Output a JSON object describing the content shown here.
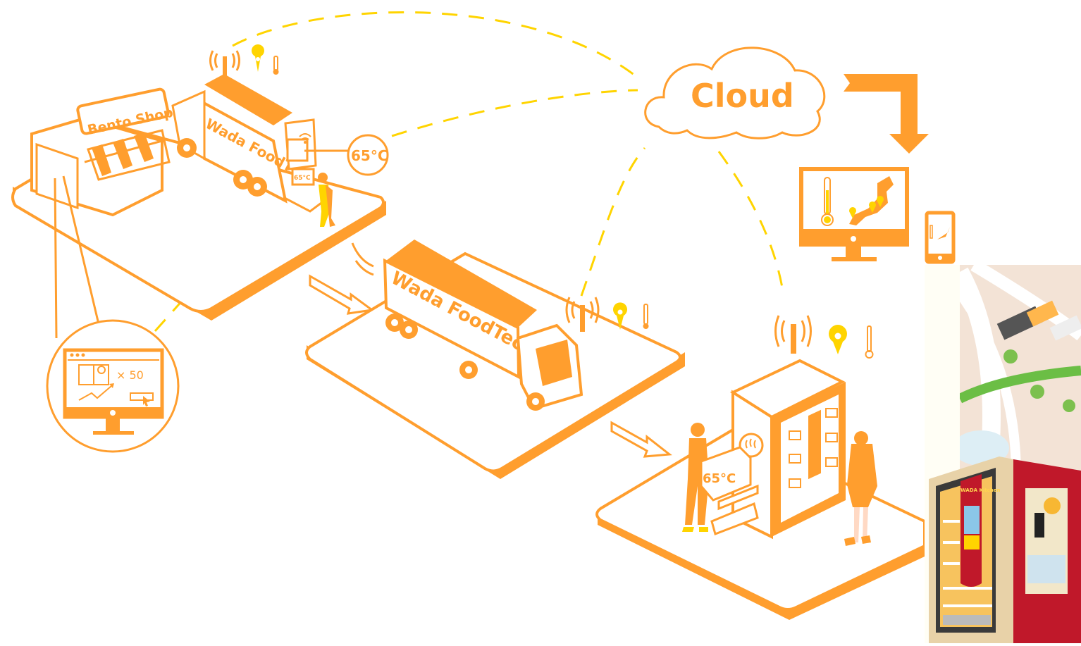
{
  "diagram": {
    "title": "Bento delivery IoT cold-chain flow",
    "colors": {
      "accent": "#FF9E2E",
      "signal": "#FFD400",
      "background": "#FFFFFF",
      "vending_red": "#C0182A"
    },
    "stage1": {
      "shop_sign": "Bento Shop",
      "truck_label": "Wada FoodT",
      "temperature_callout": "65°C",
      "box_label": "65°C",
      "icons": [
        "antenna-icon",
        "location-pin-icon",
        "thermometer-icon"
      ]
    },
    "order_screen": {
      "quantity_label": "× 50",
      "icons": [
        "bento-box-icon",
        "trend-arrow-icon",
        "cursor-icon"
      ]
    },
    "stage2": {
      "truck_label": "Wada FoodTech",
      "icons": [
        "antenna-icon",
        "location-pin-icon",
        "thermometer-icon"
      ]
    },
    "stage3": {
      "box_label": "65°C",
      "heat_symbol": "hot-steam-icon",
      "icons": [
        "antenna-icon",
        "location-pin-icon",
        "thermometer-icon"
      ]
    },
    "cloud": {
      "label": "Cloud"
    },
    "monitoring": {
      "devices": [
        "monitor",
        "smartphone"
      ],
      "screen_content": [
        "thermometer-icon",
        "japan-map-icon",
        "location-pin-icon"
      ]
    },
    "photo": {
      "brand_text": "WADA Kitchen",
      "subject": "vending machine photo"
    }
  }
}
